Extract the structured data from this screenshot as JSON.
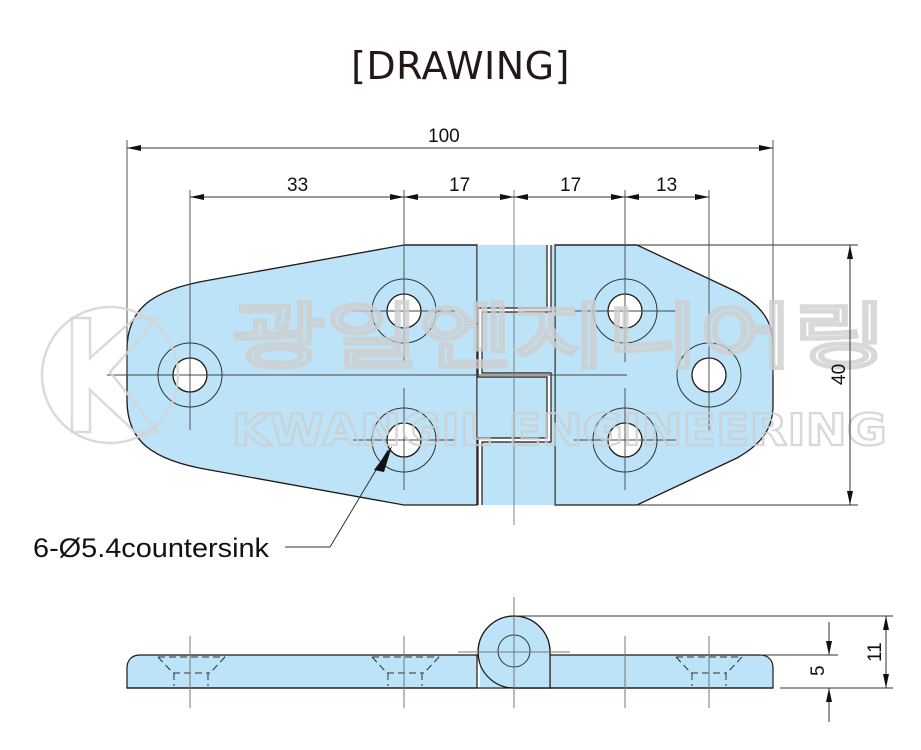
{
  "title": "[DRAWING]",
  "colors": {
    "part_fill": "#bce3f7",
    "outline": "#231815",
    "dim_line": "#333333",
    "center_line": "#555555",
    "watermark": "#cfcfcf"
  },
  "dimensions": {
    "overall_length": "100",
    "hole_spacing": [
      "33",
      "17",
      "17",
      "13"
    ],
    "width": "40",
    "leaf_thickness": "5",
    "knuckle_height": "11"
  },
  "callout": {
    "hole_spec": "6-Ø5.4countersink"
  },
  "watermark": {
    "logo_letter": "K",
    "korean": "광일엔지니어링",
    "english": "KWANGIL ENGINEERING"
  }
}
